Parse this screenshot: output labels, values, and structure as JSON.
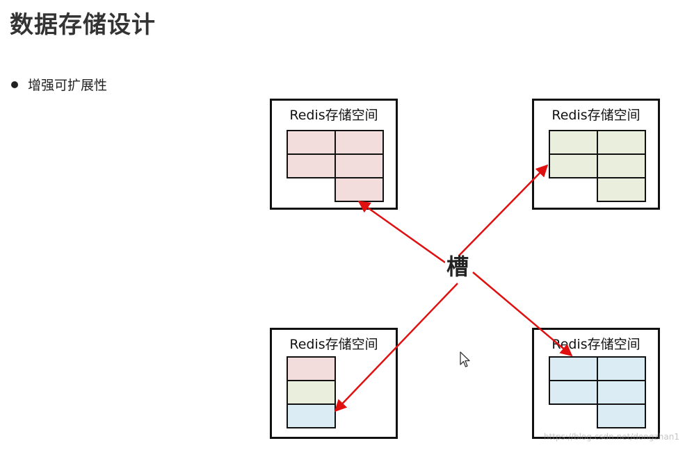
{
  "page": {
    "title": "数据存储设计",
    "bullet": "增强可扩展性"
  },
  "diagram": {
    "center_label": "槽",
    "boxes": [
      {
        "title": "Redis存储空间",
        "cell_colors": [
          "#f2dcdc",
          "#f2dcdc",
          "#f2dcdc",
          "#f2dcdc",
          "#f2dcdc"
        ]
      },
      {
        "title": "Redis存储空间",
        "cell_colors": [
          "#e9efdc",
          "#e9efdc",
          "#e9efdc",
          "#e9efdc",
          "#e9efdc"
        ]
      },
      {
        "title": "Redis存储空间",
        "cell_colors": [
          "#f2dcdc",
          "#e9efdc",
          "#dcecf5"
        ]
      },
      {
        "title": "Redis存储空间",
        "cell_colors": [
          "#dcecf5",
          "#dcecf5",
          "#dcecf5",
          "#dcecf5",
          "#dcecf5"
        ]
      }
    ],
    "arrow_color": "#e01010"
  },
  "watermark": "https://blog.csdn.net/dongzhan1"
}
